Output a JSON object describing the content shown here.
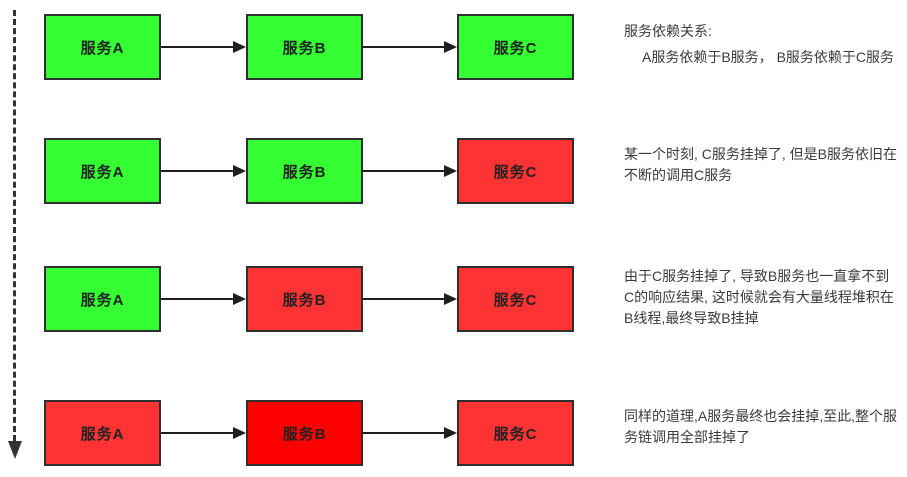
{
  "colors": {
    "service_up": "#33ff33",
    "service_down": "#ff3333",
    "service_down_critical": "#ff0000",
    "box_border": "#2f2f2f",
    "arrow": "#1f1f1f",
    "note_text": "#3b3b3b"
  },
  "timeline": {
    "direction": "down"
  },
  "rows": [
    {
      "services": [
        {
          "label": "服务A",
          "state": "up"
        },
        {
          "label": "服务B",
          "state": "up"
        },
        {
          "label": "服务C",
          "state": "up"
        }
      ],
      "note_lines": [
        "服务依赖关系:",
        "A服务依赖于B服务， B服务依赖于C服务"
      ]
    },
    {
      "services": [
        {
          "label": "服务A",
          "state": "up"
        },
        {
          "label": "服务B",
          "state": "up"
        },
        {
          "label": "服务C",
          "state": "down"
        }
      ],
      "note_lines": [
        "某一个时刻, C服务挂掉了, 但是B服务依旧在",
        "不断的调用C服务"
      ]
    },
    {
      "services": [
        {
          "label": "服务A",
          "state": "up"
        },
        {
          "label": "服务B",
          "state": "down"
        },
        {
          "label": "服务C",
          "state": "down"
        }
      ],
      "note_lines": [
        "由于C服务挂掉了, 导致B服务也一直拿不到",
        "C的响应结果, 这时候就会有大量线程堆积在",
        "B线程,最终导致B挂掉"
      ]
    },
    {
      "services": [
        {
          "label": "服务A",
          "state": "down"
        },
        {
          "label": "服务B",
          "state": "down-critical"
        },
        {
          "label": "服务C",
          "state": "down"
        }
      ],
      "note_lines": [
        "同样的道理,A服务最终也会挂掉,至此,整个服",
        "务链调用全部挂掉了"
      ]
    }
  ]
}
